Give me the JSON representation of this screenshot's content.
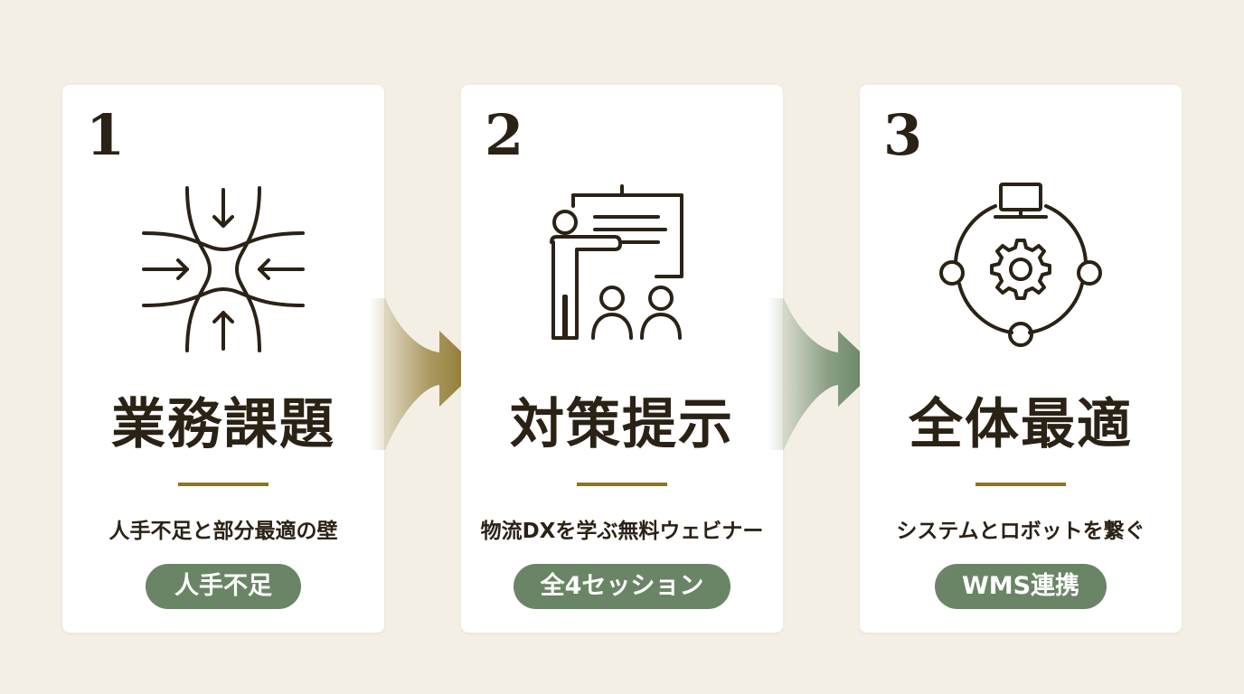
{
  "steps": [
    {
      "number": "1",
      "title": "業務課題",
      "subtitle": "人手不足と部分最適の壁",
      "badge": "人手不足",
      "icon": "converging-arrows-icon"
    },
    {
      "number": "2",
      "title": "対策提示",
      "subtitle": "物流DXを学ぶ無料ウェビナー",
      "badge": "全4セッション",
      "icon": "presentation-icon"
    },
    {
      "number": "3",
      "title": "全体最適",
      "subtitle": "システムとロボットを繋ぐ",
      "badge": "WMS連携",
      "icon": "connected-system-icon"
    }
  ],
  "colors": {
    "background": "#f3efe5",
    "card": "#ffffff",
    "text": "#2b2216",
    "divider": "#8b7428",
    "badge": "#6a8566",
    "arrow_1": "#8b7428",
    "arrow_2": "#5e7d5c"
  }
}
